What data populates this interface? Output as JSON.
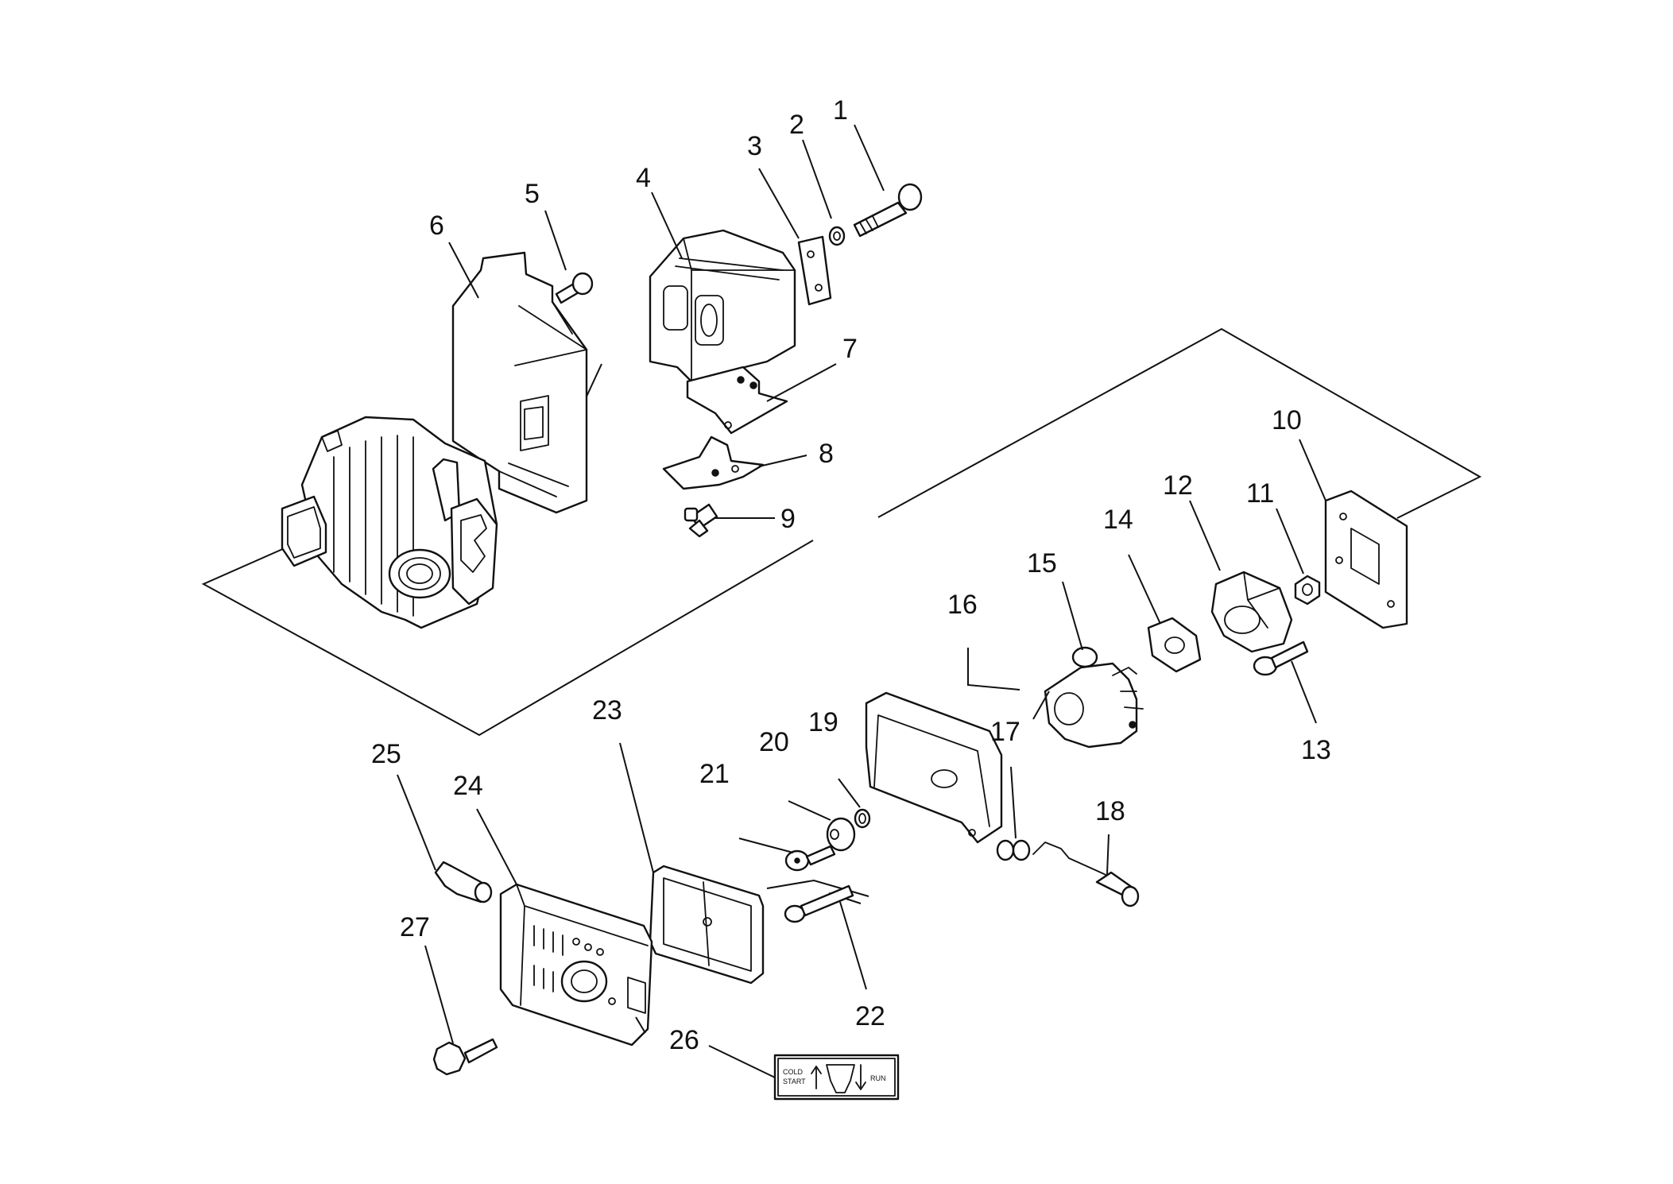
{
  "diagram": {
    "callouts": [
      {
        "id": "1",
        "label": "1"
      },
      {
        "id": "2",
        "label": "2"
      },
      {
        "id": "3",
        "label": "3"
      },
      {
        "id": "4",
        "label": "4"
      },
      {
        "id": "5",
        "label": "5"
      },
      {
        "id": "6",
        "label": "6"
      },
      {
        "id": "7",
        "label": "7"
      },
      {
        "id": "8",
        "label": "8"
      },
      {
        "id": "9",
        "label": "9"
      },
      {
        "id": "10",
        "label": "10"
      },
      {
        "id": "11",
        "label": "11"
      },
      {
        "id": "12",
        "label": "12"
      },
      {
        "id": "13",
        "label": "13"
      },
      {
        "id": "14",
        "label": "14"
      },
      {
        "id": "15",
        "label": "15"
      },
      {
        "id": "16",
        "label": "16"
      },
      {
        "id": "17",
        "label": "17"
      },
      {
        "id": "18",
        "label": "18"
      },
      {
        "id": "19",
        "label": "19"
      },
      {
        "id": "20",
        "label": "20"
      },
      {
        "id": "21",
        "label": "21"
      },
      {
        "id": "22",
        "label": "22"
      },
      {
        "id": "23",
        "label": "23"
      },
      {
        "id": "24",
        "label": "24"
      },
      {
        "id": "25",
        "label": "25"
      },
      {
        "id": "26",
        "label": "26"
      },
      {
        "id": "27",
        "label": "27"
      }
    ],
    "decal": {
      "left_line1": "COLD",
      "left_line2": "START",
      "right": "RUN"
    }
  }
}
